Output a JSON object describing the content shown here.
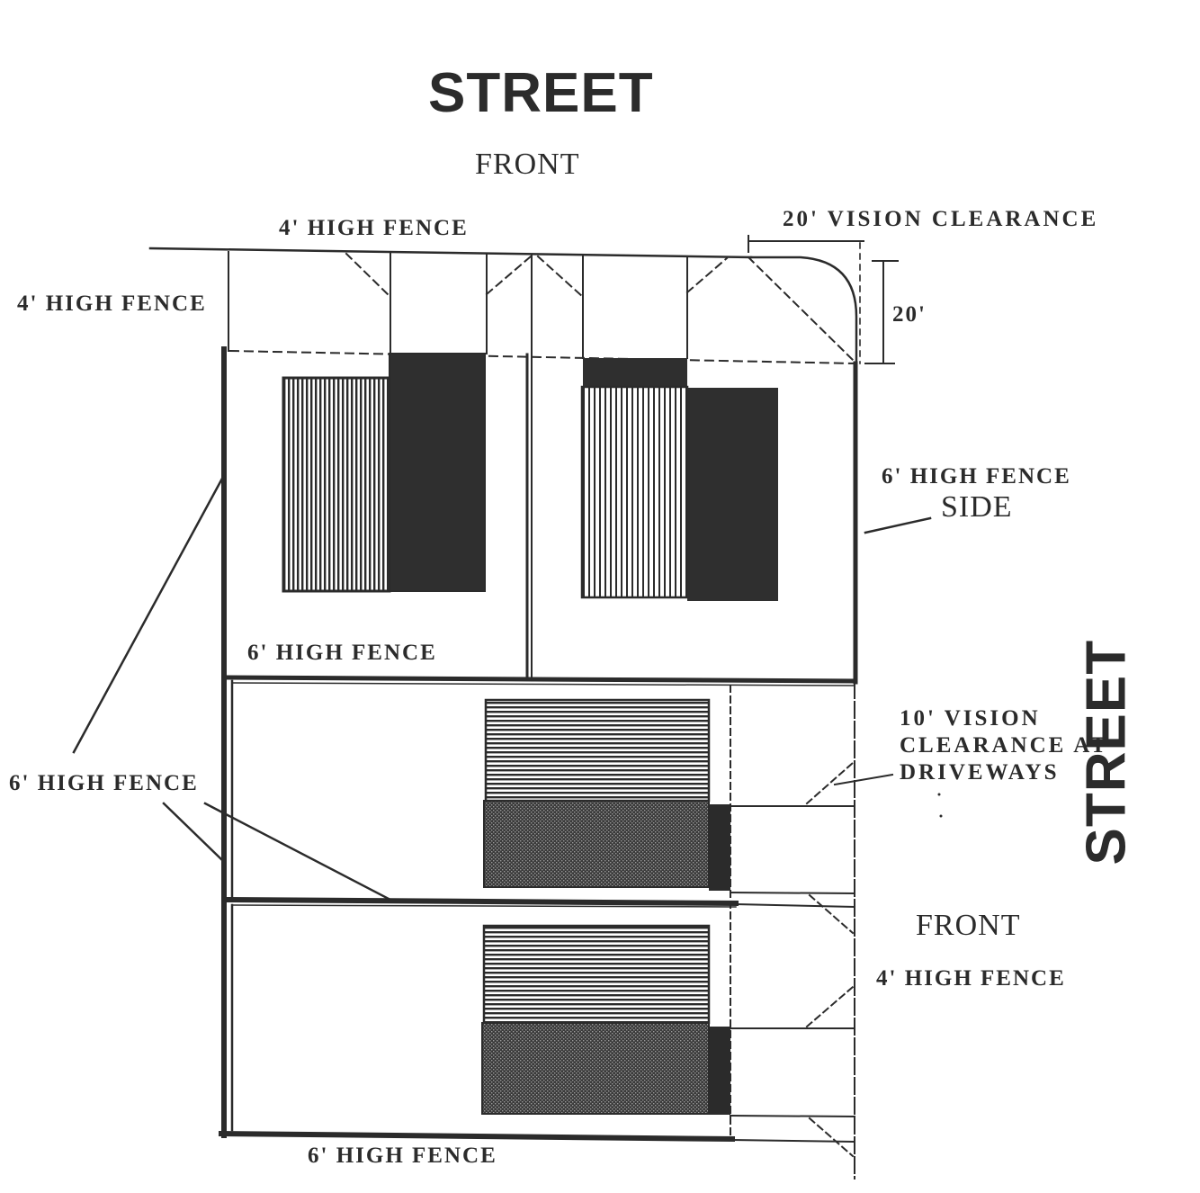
{
  "labels": {
    "street_top": "STREET",
    "front_top": "FRONT",
    "fence_4_top": "4' HIGH FENCE",
    "vision_20": "20' VISION CLEARANCE",
    "fence_4_left": "4' HIGH FENCE",
    "dim_20": "20'",
    "fence_6_side": "6' HIGH FENCE",
    "side": "SIDE",
    "fence_6_mid": "6' HIGH FENCE",
    "vision_10_line1": "10' VISION",
    "vision_10_line2": "CLEARANCE AT",
    "vision_10_line3": "DRIVEWAYS",
    "fence_6_left": "6' HIGH FENCE",
    "street_right": "STREET",
    "front_right": "FRONT",
    "fence_4_right": "4' HIGH FENCE",
    "fence_6_bottom": "6' HIGH FENCE"
  },
  "colors": {
    "ink": "#2b2b2b",
    "paper": "#ffffff"
  }
}
